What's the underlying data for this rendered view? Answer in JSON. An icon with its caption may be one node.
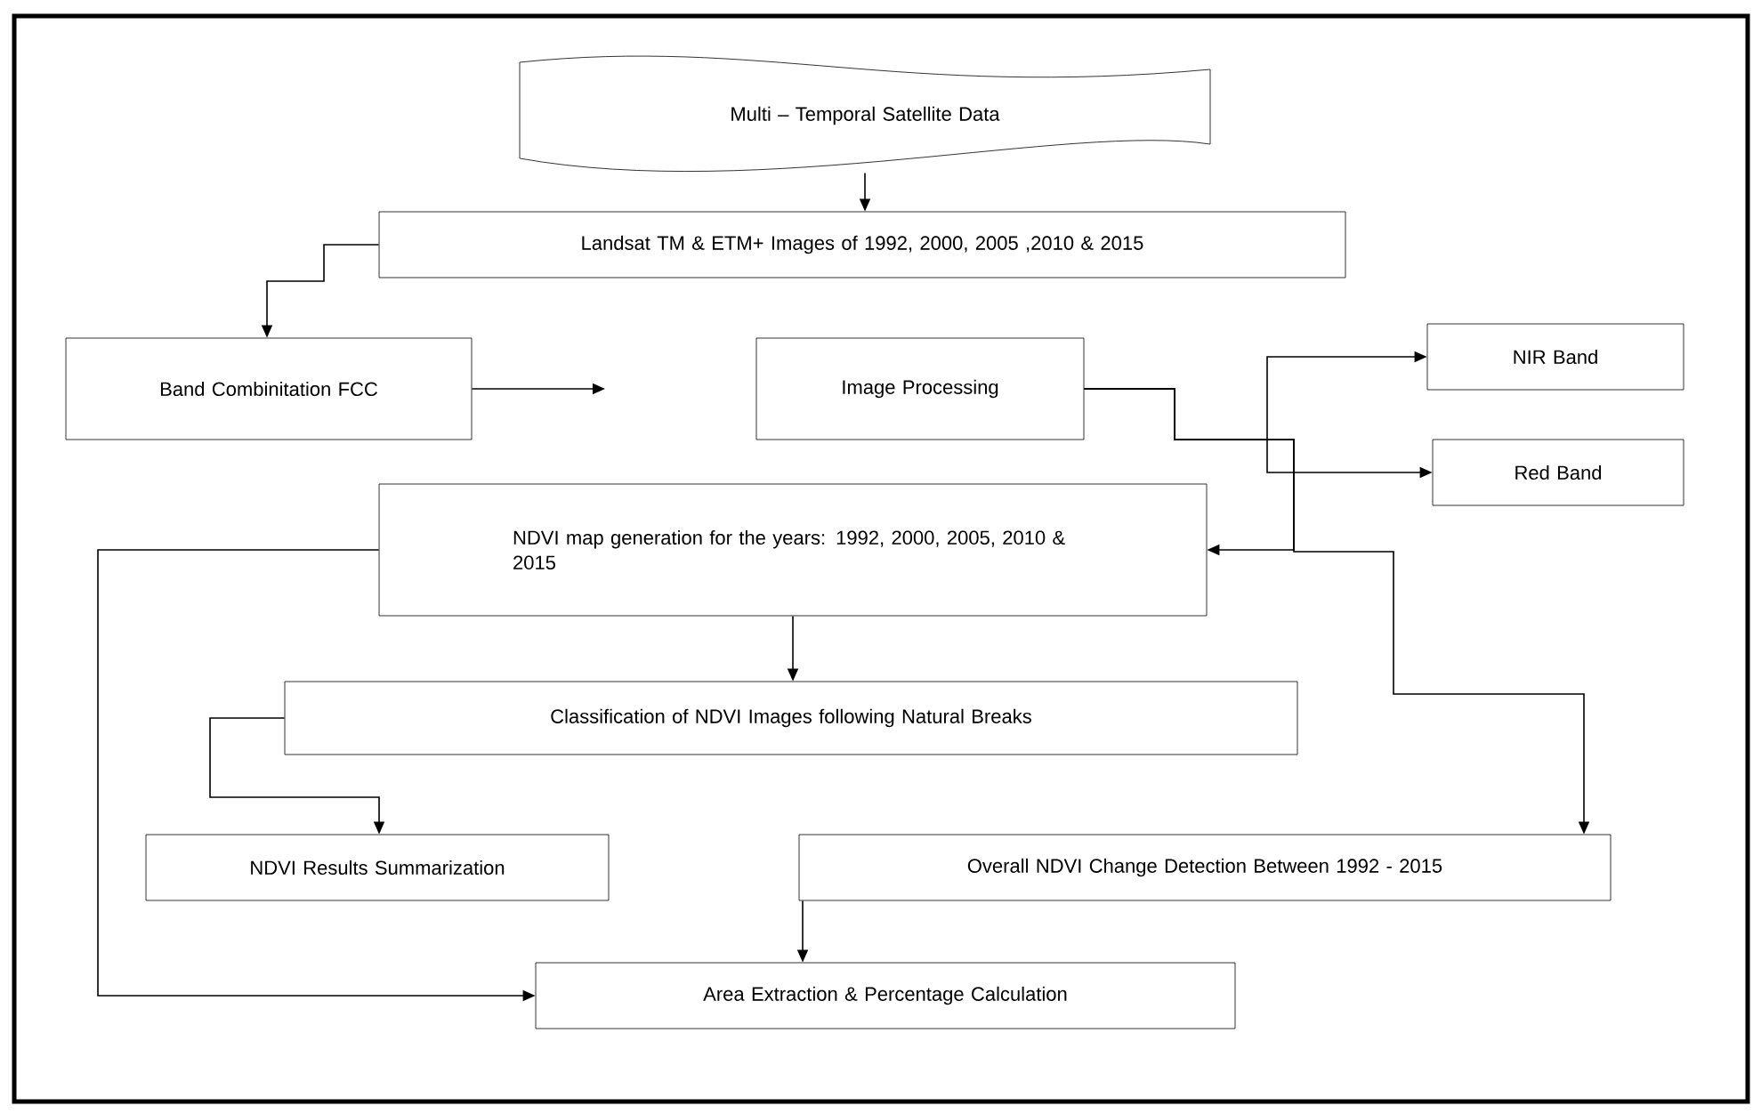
{
  "diagram": {
    "nodes": [
      {
        "text": [
          "Multi – Temporal Satellite Data"
        ]
      },
      {
        "text": [
          "Landsat TM & ETM+ Images of 1992, 2000, 2005 ,2010 & 2015"
        ]
      },
      {
        "text": [
          "Band Combinitation FCC"
        ]
      },
      {
        "text": [
          "Image Processing"
        ]
      },
      {
        "text": [
          "NIR Band"
        ]
      },
      {
        "text": [
          "Red Band"
        ]
      },
      {
        "text": [
          "NDVI map generation for the years: 1992, 2000, 2005, 2010 & 2015"
        ]
      },
      {
        "text": [
          "Classification of NDVI Images following Natural Breaks"
        ]
      },
      {
        "text": [
          "NDVI Results Summarization"
        ]
      },
      {
        "text": [
          "Overall NDVI Change Detection Between 1992 - 2015"
        ]
      },
      {
        "text": [
          "Area Extraction & Percentage Calculation"
        ]
      }
    ],
    "edges": [
      {
        "from": 0,
        "to": 1,
        "arrow": "to"
      },
      {
        "from": 1,
        "to": 2,
        "arrow": "to"
      },
      {
        "from": 2,
        "to": null,
        "arrow": "to"
      },
      {
        "from": 3,
        "to": 4,
        "arrow": "to"
      },
      {
        "from": 3,
        "to": 5,
        "arrow": "to"
      },
      {
        "from": 3,
        "to": 6,
        "arrow": "to"
      },
      {
        "from": 3,
        "to": 9,
        "arrow": "to"
      },
      {
        "from": 6,
        "to": 10,
        "arrow": "to"
      },
      {
        "from": 6,
        "to": 7,
        "arrow": "to"
      },
      {
        "from": 7,
        "to": 8,
        "arrow": "to"
      },
      {
        "from": 9,
        "to": 10,
        "arrow": "to"
      }
    ]
  }
}
